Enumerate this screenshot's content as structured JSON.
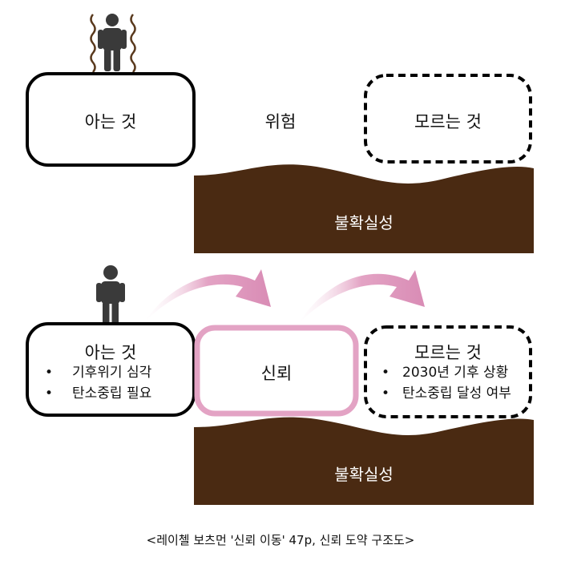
{
  "top": {
    "known_label": "아는 것",
    "risk_label": "위험",
    "unknown_label": "모르는 것",
    "ground_label": "불확실성"
  },
  "bottom": {
    "known_title": "아는 것",
    "known_items": [
      "기후위기 심각",
      "탄소중립 필요"
    ],
    "trust_label": "신뢰",
    "unknown_title": "모르는 것",
    "unknown_items": [
      "2030년 기후 상황",
      "탄소중립 달성 여부"
    ],
    "ground_label": "불확실성"
  },
  "caption": "<레이첼 보츠먼 '신뢰 이동' 47p, 신뢰 도약 구조도>",
  "colors": {
    "ground": "#4a2a12",
    "trust_border": "#e3a3c4",
    "arrow": "#e3a3c4",
    "figure": "#3a3a3a",
    "wavy": "#5a3a1e"
  }
}
